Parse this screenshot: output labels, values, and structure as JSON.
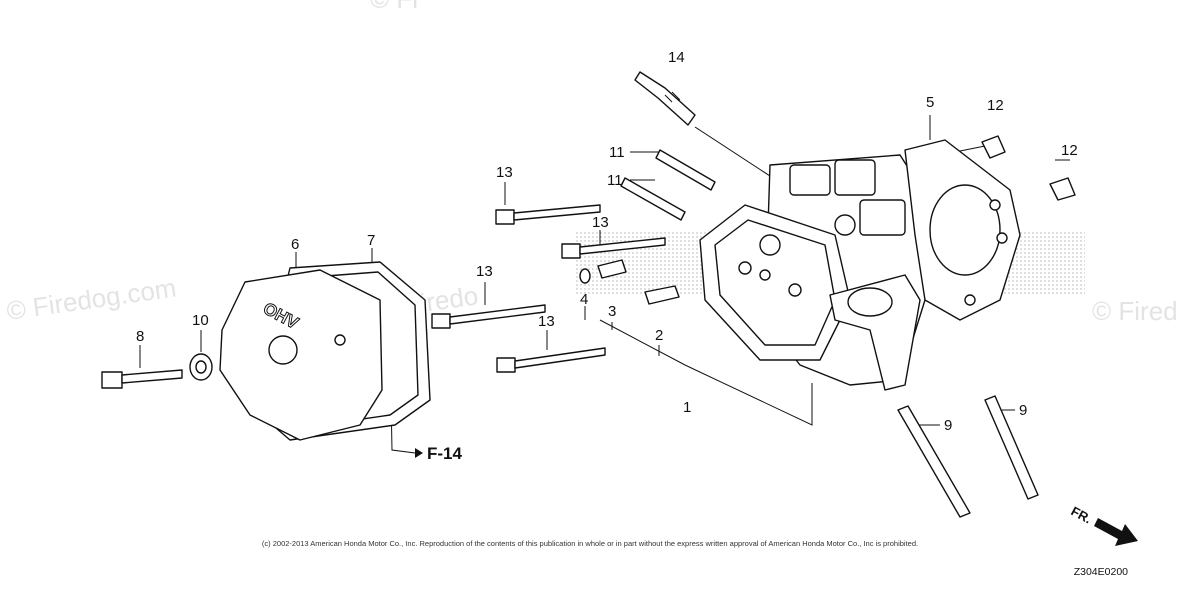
{
  "watermark": {
    "text_top": "© Fi",
    "text_left": "© Firedog.com",
    "text_mid": "© Firedo",
    "text_right": "© Fired"
  },
  "callouts": {
    "c1": "1",
    "c2": "2",
    "c3": "3",
    "c4": "4",
    "c5": "5",
    "c6": "6",
    "c7": "7",
    "c8": "8",
    "c9a": "9",
    "c9b": "9",
    "c10": "10",
    "c11a": "11",
    "c11b": "11",
    "c12a": "12",
    "c12b": "12",
    "c13a": "13",
    "c13b": "13",
    "c13c": "13",
    "c13d": "13",
    "c14": "14"
  },
  "cover_marking": "OHV",
  "figure_ref": "F-14",
  "direction_label": "FR.",
  "copyright": "(c) 2002-2013 American Honda Motor Co., Inc. Reproduction of the contents of this publication in whole or in part without the express written approval of American Honda Motor Co., Inc is prohibited.",
  "drawing_code": "Z304E0200"
}
